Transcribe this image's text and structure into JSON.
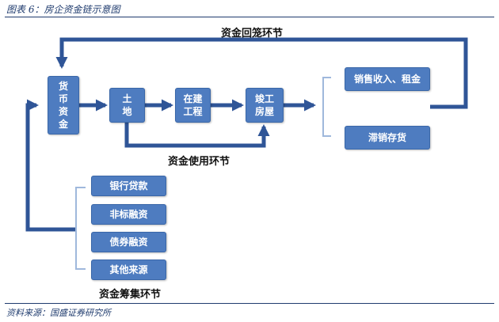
{
  "figure_title": "图表 6：房企资金链示意图",
  "source": "资料来源：国盛证券研究所",
  "stages": {
    "recovery": "资金回笼环节",
    "usage": "资金使用环节",
    "raising": "资金筹集环节"
  },
  "nodes": {
    "funds": "货币资金",
    "land": "土地",
    "construction": "在建工程",
    "completed": "竣工房屋",
    "sales": "销售收入、租金",
    "unsold": "滞销存货"
  },
  "sources": [
    "银行贷款",
    "非标融资",
    "债券融资",
    "其他来源"
  ],
  "colors": {
    "box": "#4e7cc0",
    "arrow": "#2f5597",
    "bracket": "#9fb8dc",
    "text_dark": "#1f3b6e"
  }
}
